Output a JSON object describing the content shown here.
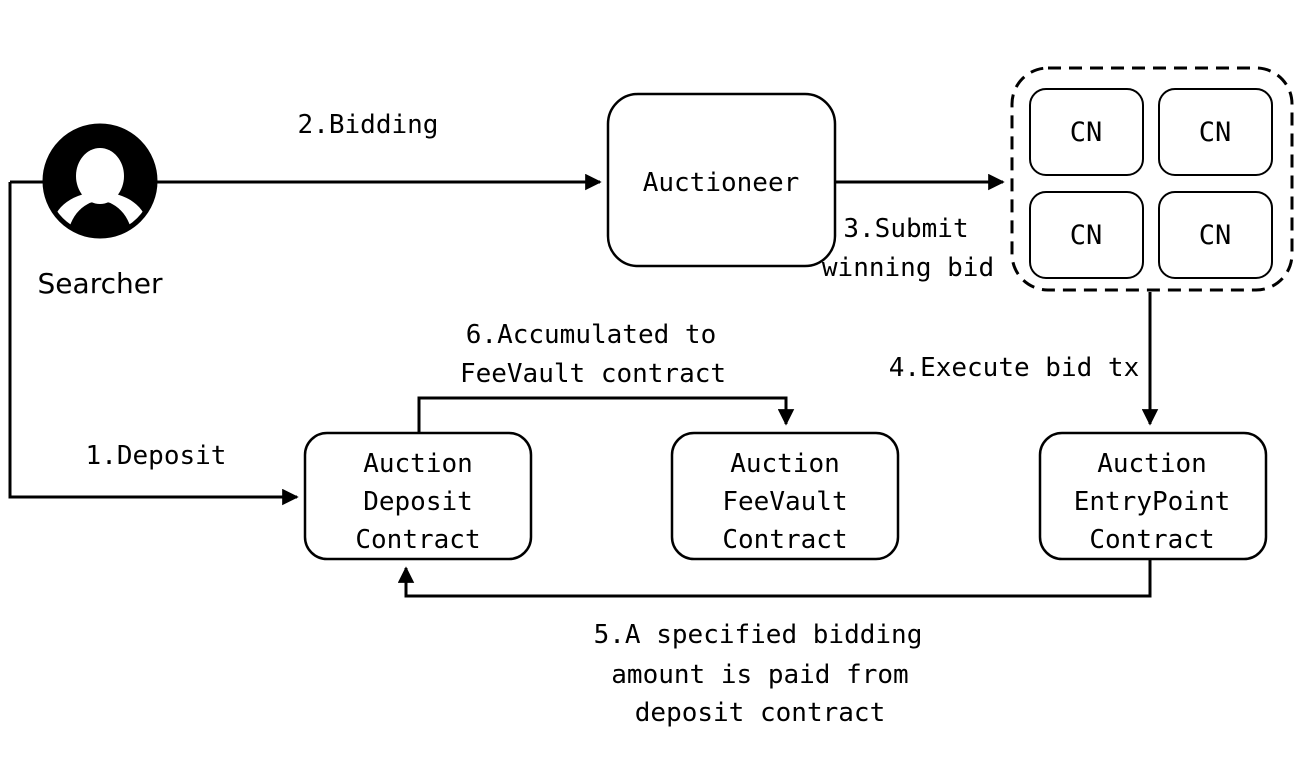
{
  "diagram": {
    "actor": {
      "label": "Searcher"
    },
    "nodes": {
      "auctioneer": {
        "label": "Auctioneer"
      },
      "cn": [
        "CN",
        "CN",
        "CN",
        "CN"
      ],
      "deposit": {
        "lines": [
          "Auction",
          "Deposit",
          "Contract"
        ]
      },
      "feevault": {
        "lines": [
          "Auction",
          "FeeVault",
          "Contract"
        ]
      },
      "entrypoint": {
        "lines": [
          "Auction",
          "EntryPoint",
          "Contract"
        ]
      }
    },
    "labels": {
      "step1": "1.Deposit",
      "step2": "2.Bidding",
      "step3_line1": "3.Submit",
      "step3_line2": "winning bid",
      "step4": "4.Execute bid tx",
      "step5_line1": "5.A specified bidding",
      "step5_line2": "amount is paid from",
      "step5_line3": "deposit contract",
      "step6_line1": "6.Accumulated to",
      "step6_line2": "FeeVault contract"
    },
    "colors": {
      "line": "#000000",
      "background": "#ffffff",
      "box_fill": "#ffffff"
    }
  }
}
